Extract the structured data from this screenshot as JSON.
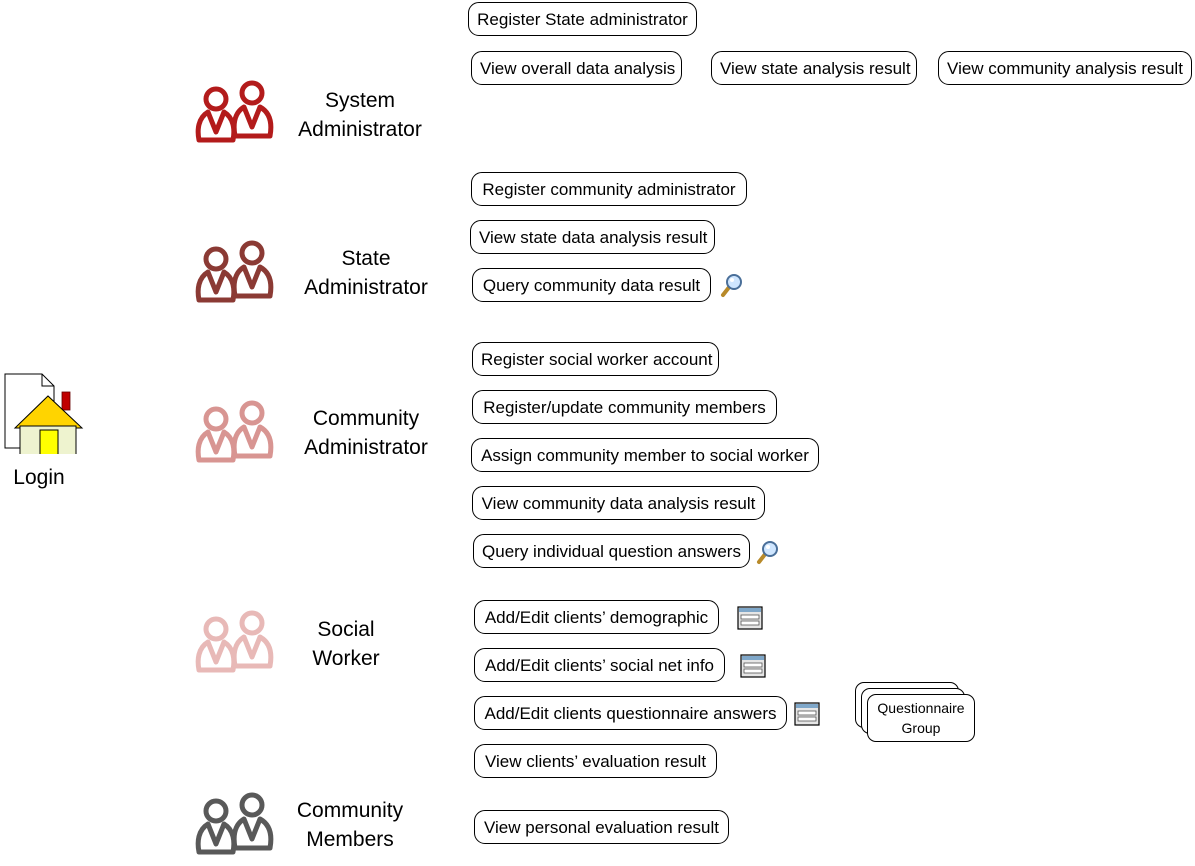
{
  "login": {
    "label": "Login",
    "icon": "home-document-icon"
  },
  "roles": [
    {
      "id": "system-administrator",
      "label": "System\nAdministrator",
      "color": "#b31b1b"
    },
    {
      "id": "state-administrator",
      "label": "State\nAdministrator",
      "color": "#8b3a34"
    },
    {
      "id": "community-administrator",
      "label": "Community\nAdministrator",
      "color": "#d89592"
    },
    {
      "id": "social-worker",
      "label": "Social\nWorker",
      "color": "#e8b9b7"
    },
    {
      "id": "community-members",
      "label": "Community\nMembers",
      "color": "#595959"
    }
  ],
  "actions": {
    "system_administrator": [
      "Register State administrator",
      "View overall data analysis",
      "View state analysis result",
      "View community analysis result"
    ],
    "state_administrator": [
      "Register community administrator",
      "View state data analysis result",
      "Query community data result"
    ],
    "community_administrator": [
      "Register social worker account",
      "Register/update community members",
      "Assign community member to social worker",
      "View community data analysis result",
      "Query individual question answers"
    ],
    "social_worker": [
      "Add/Edit clients’ demographic",
      "Add/Edit clients’ social net info",
      "Add/Edit clients questionnaire answers",
      "View clients’ evaluation result"
    ],
    "community_members": [
      "View personal evaluation result"
    ]
  },
  "questionnaire_group": {
    "label": "Questionnaire\nGroup"
  },
  "icons": {
    "query": "magnifier-icon",
    "form": "form-icon"
  }
}
